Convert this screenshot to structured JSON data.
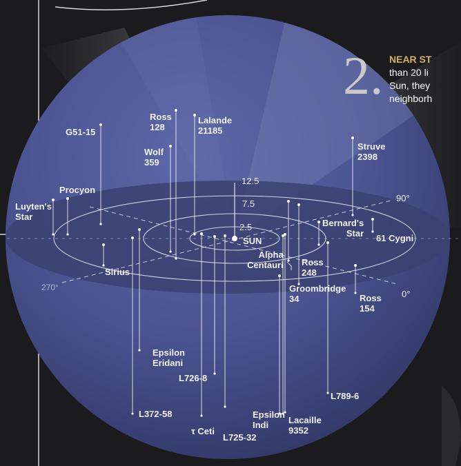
{
  "section": {
    "number": "2.",
    "title": "NEAR ST",
    "lines": [
      "than 20 li",
      "Sun, they",
      "neighborh"
    ],
    "title_color": "#d7b062"
  },
  "center": {
    "label": "SUN"
  },
  "rings": [
    "2.5",
    "7.5",
    "12.5"
  ],
  "axes": [
    {
      "key": "a90",
      "label": "90°"
    },
    {
      "key": "a0",
      "label": "0°"
    },
    {
      "key": "a270",
      "label": "270°"
    }
  ],
  "stars": [
    {
      "key": "luyten",
      "label": "Luyten's\nStar"
    },
    {
      "key": "procyon",
      "label": "Procyon"
    },
    {
      "key": "g5115",
      "label": "G51-15"
    },
    {
      "key": "ross128",
      "label": "Ross\n128"
    },
    {
      "key": "lalande",
      "label": "Lalande\n21185"
    },
    {
      "key": "wolf359",
      "label": "Wolf\n359"
    },
    {
      "key": "struve",
      "label": "Struve\n2398"
    },
    {
      "key": "bernard",
      "label": "Bernard's\nStar"
    },
    {
      "key": "cygni",
      "label": "61 Cygni"
    },
    {
      "key": "alpha",
      "label": "Alpha\nCentauri"
    },
    {
      "key": "ross248",
      "label": "Ross\n248"
    },
    {
      "key": "groom",
      "label": "Groombridge\n34"
    },
    {
      "key": "ross154",
      "label": "Ross\n154"
    },
    {
      "key": "sirius",
      "label": "Sirius"
    },
    {
      "key": "epseri",
      "label": "Epsilon\nEridani"
    },
    {
      "key": "l7268",
      "label": "L726-8"
    },
    {
      "key": "l7896",
      "label": "L789-6"
    },
    {
      "key": "l37258",
      "label": "L372-58"
    },
    {
      "key": "tauceti",
      "label": "τ Ceti"
    },
    {
      "key": "l72532",
      "label": "L725-32"
    },
    {
      "key": "epsindi",
      "label": "Epsilon\nIndi"
    },
    {
      "key": "lacaille",
      "label": "Lacaille\n9352"
    }
  ],
  "colors": {
    "background": "#1b1b1d",
    "sphere": "#4c5591",
    "plane": "#3a4271",
    "line": "#ececf2",
    "axis_label": "#b4b8d2"
  }
}
